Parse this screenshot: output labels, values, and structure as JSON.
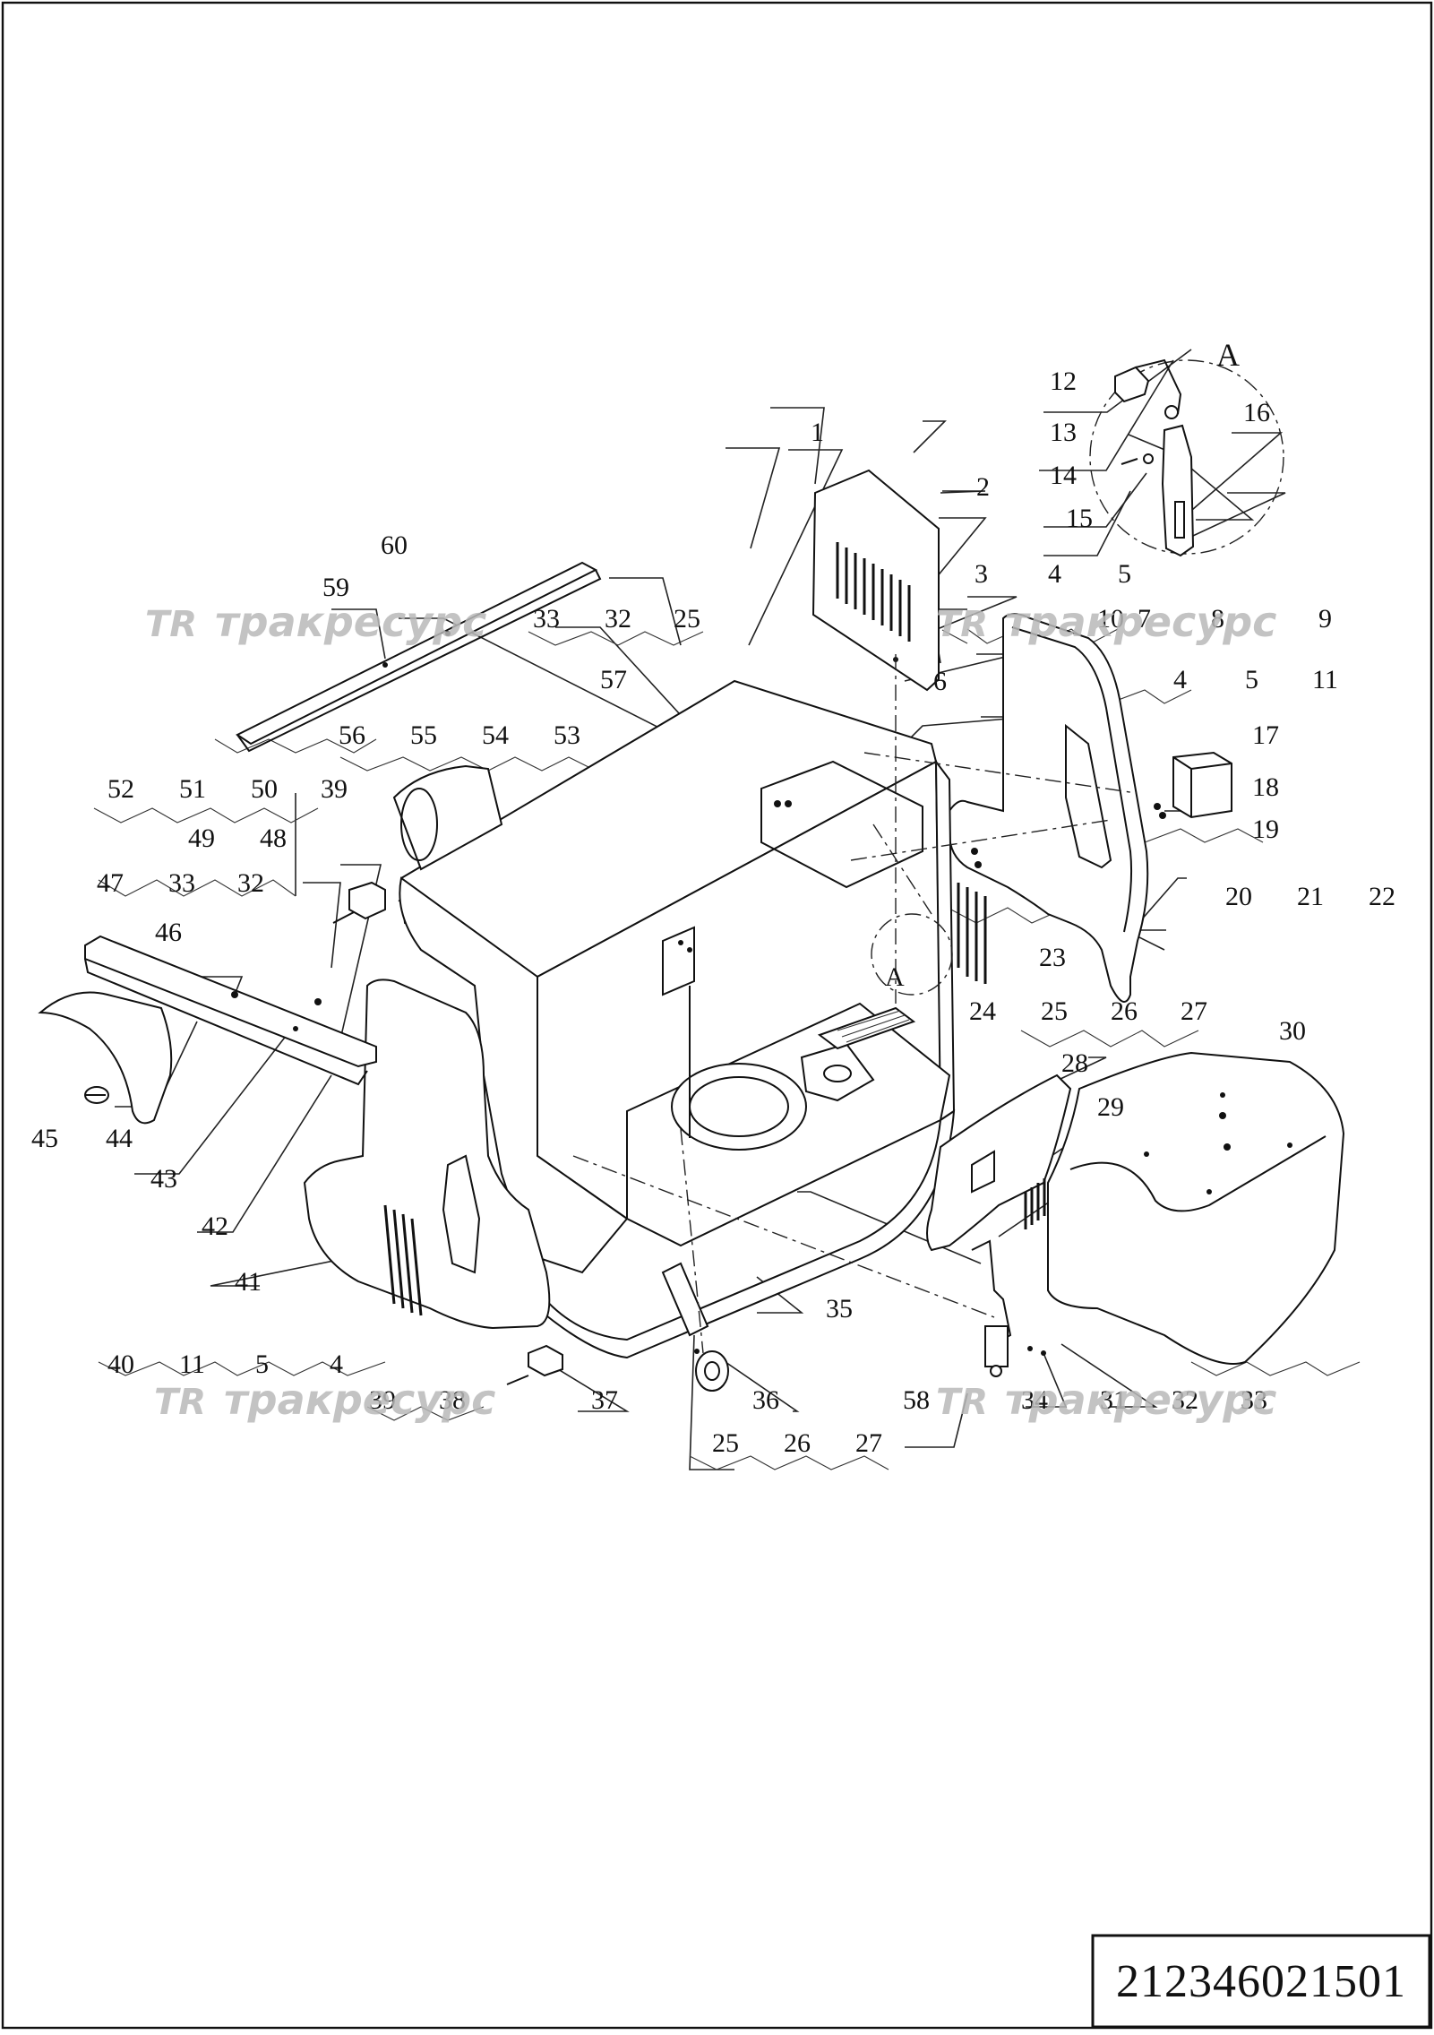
{
  "document_number": "212346021501",
  "detail_view_label": "A",
  "watermark": {
    "logo": "TR",
    "text": "тракресурс"
  },
  "callouts": [
    {
      "id": "1",
      "label": "1"
    },
    {
      "id": "2",
      "label": "2"
    },
    {
      "id": "3a",
      "label": "3"
    },
    {
      "id": "4a",
      "label": "4"
    },
    {
      "id": "5a",
      "label": "5"
    },
    {
      "id": "6",
      "label": "6"
    },
    {
      "id": "7",
      "label": "7"
    },
    {
      "id": "8",
      "label": "8"
    },
    {
      "id": "9",
      "label": "9"
    },
    {
      "id": "10",
      "label": "10"
    },
    {
      "id": "4b",
      "label": "4"
    },
    {
      "id": "5b",
      "label": "5"
    },
    {
      "id": "11a",
      "label": "11"
    },
    {
      "id": "12",
      "label": "12"
    },
    {
      "id": "13",
      "label": "13"
    },
    {
      "id": "14",
      "label": "14"
    },
    {
      "id": "15",
      "label": "15"
    },
    {
      "id": "16",
      "label": "16"
    },
    {
      "id": "17",
      "label": "17"
    },
    {
      "id": "18",
      "label": "18"
    },
    {
      "id": "19",
      "label": "19"
    },
    {
      "id": "20",
      "label": "20"
    },
    {
      "id": "21",
      "label": "21"
    },
    {
      "id": "22",
      "label": "22"
    },
    {
      "id": "23",
      "label": "23"
    },
    {
      "id": "24",
      "label": "24"
    },
    {
      "id": "25a",
      "label": "25"
    },
    {
      "id": "26a",
      "label": "26"
    },
    {
      "id": "27a",
      "label": "27"
    },
    {
      "id": "28",
      "label": "28"
    },
    {
      "id": "29",
      "label": "29"
    },
    {
      "id": "30",
      "label": "30"
    },
    {
      "id": "31",
      "label": "31"
    },
    {
      "id": "32a",
      "label": "32"
    },
    {
      "id": "33a",
      "label": "33"
    },
    {
      "id": "34",
      "label": "34"
    },
    {
      "id": "35",
      "label": "35"
    },
    {
      "id": "36",
      "label": "36"
    },
    {
      "id": "37",
      "label": "37"
    },
    {
      "id": "38",
      "label": "38"
    },
    {
      "id": "39a",
      "label": "39"
    },
    {
      "id": "40",
      "label": "40"
    },
    {
      "id": "11b",
      "label": "11"
    },
    {
      "id": "5c",
      "label": "5"
    },
    {
      "id": "4c",
      "label": "4"
    },
    {
      "id": "41",
      "label": "41"
    },
    {
      "id": "42",
      "label": "42"
    },
    {
      "id": "43",
      "label": "43"
    },
    {
      "id": "44",
      "label": "44"
    },
    {
      "id": "45",
      "label": "45"
    },
    {
      "id": "46",
      "label": "46"
    },
    {
      "id": "47",
      "label": "47"
    },
    {
      "id": "33b",
      "label": "33"
    },
    {
      "id": "32b",
      "label": "32"
    },
    {
      "id": "48",
      "label": "48"
    },
    {
      "id": "49",
      "label": "49"
    },
    {
      "id": "52",
      "label": "52"
    },
    {
      "id": "51",
      "label": "51"
    },
    {
      "id": "50",
      "label": "50"
    },
    {
      "id": "39b",
      "label": "39"
    },
    {
      "id": "56",
      "label": "56"
    },
    {
      "id": "55",
      "label": "55"
    },
    {
      "id": "54",
      "label": "54"
    },
    {
      "id": "53",
      "label": "53"
    },
    {
      "id": "57",
      "label": "57"
    },
    {
      "id": "33c",
      "label": "33"
    },
    {
      "id": "32c",
      "label": "32"
    },
    {
      "id": "25b",
      "label": "25"
    },
    {
      "id": "59",
      "label": "59"
    },
    {
      "id": "60",
      "label": "60"
    },
    {
      "id": "58",
      "label": "58"
    },
    {
      "id": "25c",
      "label": "25"
    },
    {
      "id": "26b",
      "label": "26"
    },
    {
      "id": "27b",
      "label": "27"
    },
    {
      "id": "23b",
      "label": "А"
    }
  ]
}
